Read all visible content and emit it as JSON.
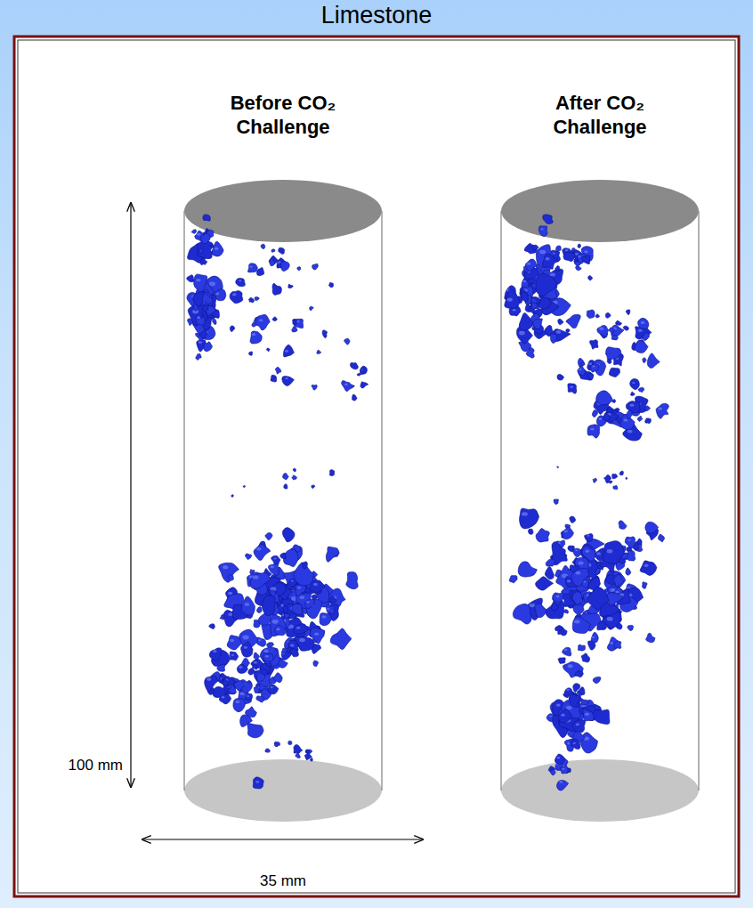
{
  "diagram": {
    "title": "Limestone",
    "labels": [
      "Before CO₂ Challenge",
      "After CO₂ Challenge",
      "100 mm",
      "35 mm"
    ]
  }
}
